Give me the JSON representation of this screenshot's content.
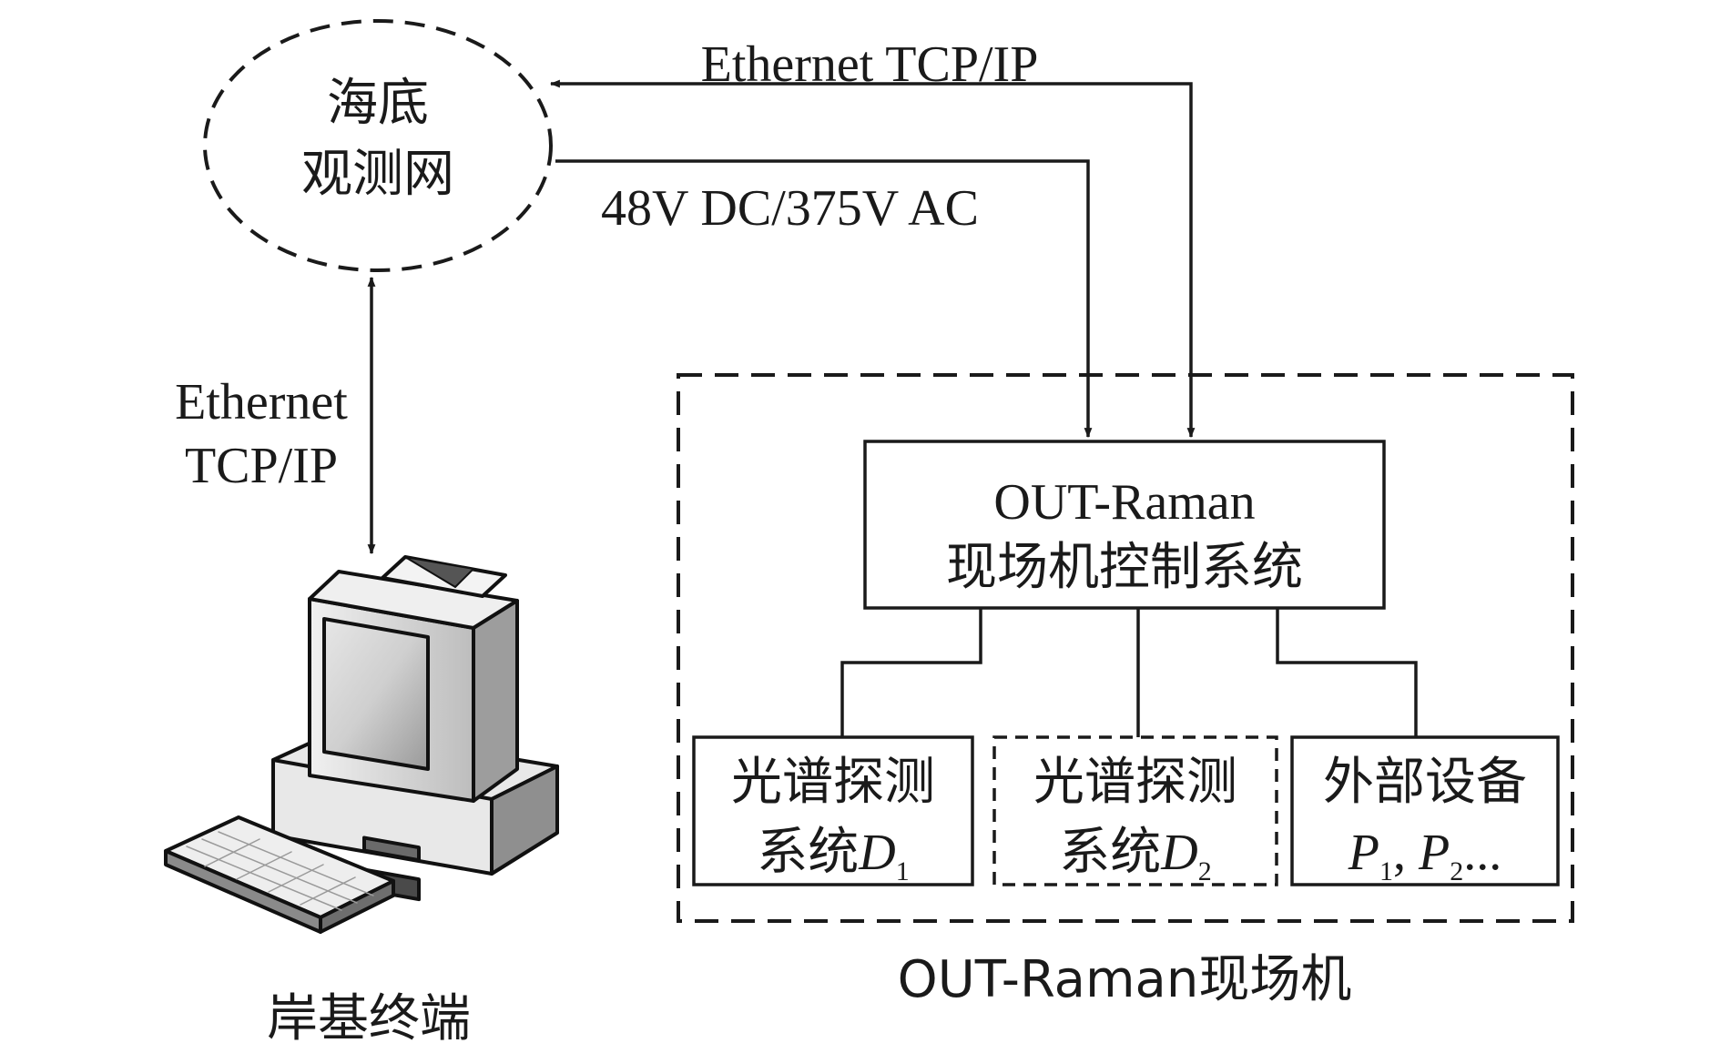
{
  "network": {
    "line1": "海底",
    "line2": "观测网"
  },
  "link_top": {
    "label": "Ethernet TCP/IP"
  },
  "power": {
    "label": "48V DC/375V AC"
  },
  "link_left": {
    "line1": "Ethernet",
    "line2": "TCP/IP"
  },
  "control": {
    "line1": "OUT-Raman",
    "line2": "现场机控制系统"
  },
  "module1": {
    "line1": "光谱探测",
    "line2_prefix": "系统",
    "var": "D",
    "sub": "1"
  },
  "module2": {
    "line1": "光谱探测",
    "line2_prefix": "系统",
    "var": "D",
    "sub": "2"
  },
  "module3": {
    "line1": "外部设备",
    "p": "P",
    "sub1": "1",
    "sep": ", ",
    "sub2": "2",
    "tail": "..."
  },
  "field_unit": {
    "caption": "OUT-Raman现场机"
  },
  "terminal": {
    "caption": "岸基终端"
  }
}
